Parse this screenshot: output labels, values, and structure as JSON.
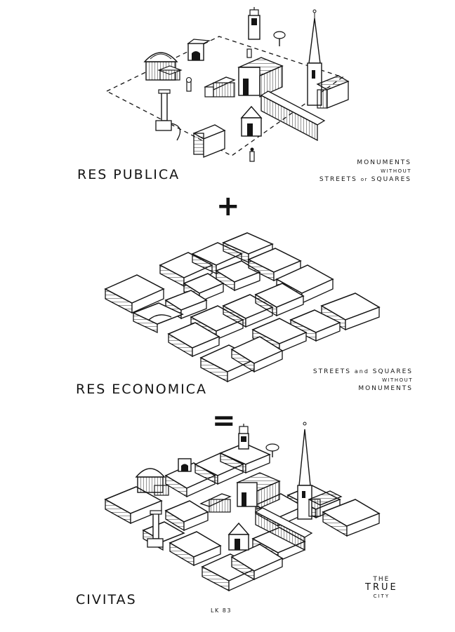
{
  "panels": {
    "res_publica": {
      "title": "RES PUBLICA",
      "note": {
        "line1": "MONUMENTS",
        "line2": "WITHOUT",
        "line3_a": "STREETS",
        "line3_b": "or",
        "line3_c": "SQUARES"
      }
    },
    "res_economica": {
      "title": "RES ECONOMICA",
      "note": {
        "line1_a": "STREETS",
        "line1_b": "and",
        "line1_c": "SQUARES",
        "line2": "WITHOUT",
        "line3": "MONUMENTS"
      }
    },
    "civitas": {
      "title": "CIVITAS",
      "note": {
        "line1": "THE",
        "line2": "TRUE",
        "line3": "CITY"
      }
    }
  },
  "operators": {
    "plus": "+",
    "equals": "="
  },
  "signature": "LK 83",
  "colors": {
    "ink": "#141414",
    "paper": "#ffffff",
    "block_top": "#ffffff"
  }
}
